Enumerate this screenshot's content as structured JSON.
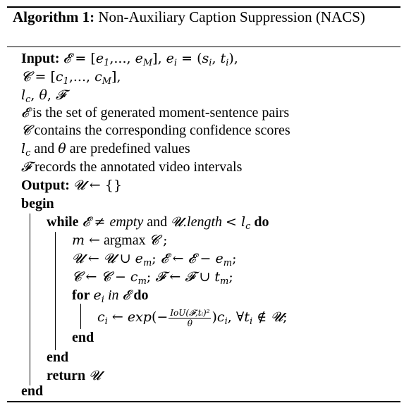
{
  "algorithm": {
    "label": "Algorithm 1:",
    "title": "Non-Auxiliary Caption Suppression (NACS)",
    "input_label": "Input:",
    "input_line1": "𝓔 = [e₁,..., e_M], eᵢ = (sᵢ, tᵢ),",
    "input_line2": "𝓒 = [c₁,..., c_M],",
    "input_line3": "l_c, θ, 𝓕",
    "desc_E": "is the set of generated moment-sentence pairs",
    "desc_C": "contains the corresponding confidence scores",
    "desc_lc_and": "and",
    "desc_theta": "are predefined values",
    "desc_F": "records the annotated video intervals",
    "output_label": "Output:",
    "output_value": "𝓤 ← {}",
    "begin_kw": "begin",
    "while_kw": "while",
    "while_empty": "empty",
    "while_and": "and",
    "while_length": "length",
    "do_kw": "do",
    "argmax": "argmax",
    "for_kw": "for",
    "in_kw": "in",
    "exp": "exp",
    "iou": "IoU(𝓕,tᵢ)²",
    "theta": "θ",
    "end_kw": "end",
    "return_kw": "return"
  }
}
